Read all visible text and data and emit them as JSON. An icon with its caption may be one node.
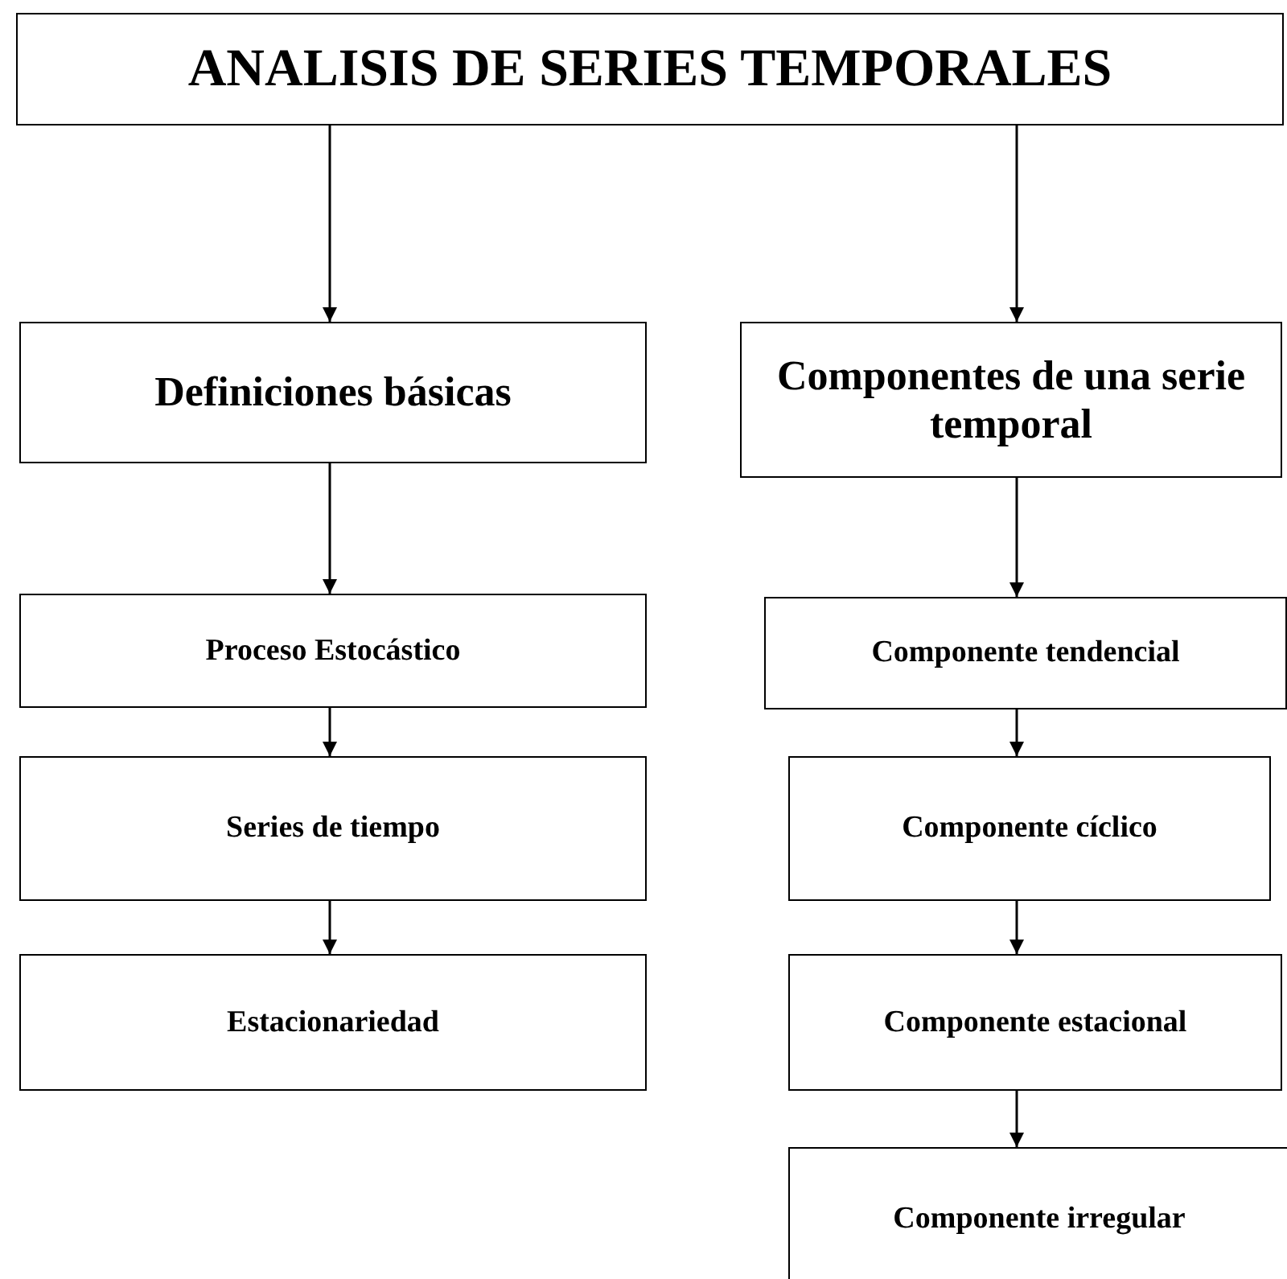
{
  "diagram": {
    "nodes": [
      {
        "text": [
          "ANALISIS DE SERIES TEMPORALES"
        ]
      },
      {
        "text": [
          "Definiciones básicas"
        ]
      },
      {
        "text": [
          "Componentes de una serie temporal"
        ]
      },
      {
        "text": [
          "Proceso Estocástico"
        ]
      },
      {
        "text": [
          "Series de tiempo"
        ]
      },
      {
        "text": [
          "Estacionariedad"
        ]
      },
      {
        "text": [
          "Componente tendencial"
        ]
      },
      {
        "text": [
          "Componente cíclico"
        ]
      },
      {
        "text": [
          "Componente estacional"
        ]
      },
      {
        "text": [
          "Componente irregular"
        ]
      }
    ],
    "edges": [
      {
        "from": 0,
        "to": 1,
        "arrow": "to"
      },
      {
        "from": 0,
        "to": 2,
        "arrow": "to"
      },
      {
        "from": 1,
        "to": 3,
        "arrow": "to"
      },
      {
        "from": 3,
        "to": 4,
        "arrow": "to"
      },
      {
        "from": 4,
        "to": 5,
        "arrow": "to"
      },
      {
        "from": 2,
        "to": 6,
        "arrow": "to"
      },
      {
        "from": 6,
        "to": 7,
        "arrow": "to"
      },
      {
        "from": 7,
        "to": 8,
        "arrow": "to"
      },
      {
        "from": 8,
        "to": 9,
        "arrow": "to"
      }
    ]
  }
}
